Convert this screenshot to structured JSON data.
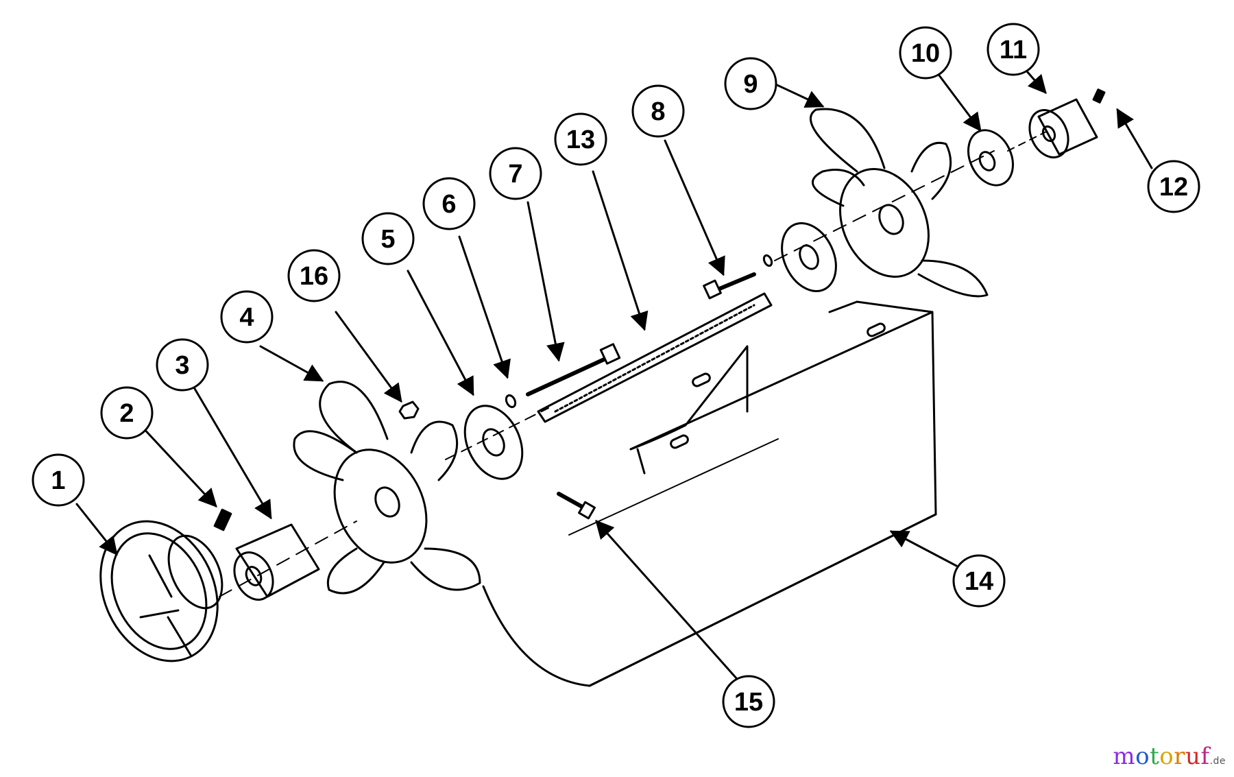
{
  "callouts": [
    {
      "id": "c1",
      "label": "1"
    },
    {
      "id": "c2",
      "label": "2"
    },
    {
      "id": "c3",
      "label": "3"
    },
    {
      "id": "c4",
      "label": "4"
    },
    {
      "id": "c5",
      "label": "5"
    },
    {
      "id": "c6",
      "label": "6"
    },
    {
      "id": "c7",
      "label": "7"
    },
    {
      "id": "c8",
      "label": "8"
    },
    {
      "id": "c9",
      "label": "9"
    },
    {
      "id": "c10",
      "label": "10"
    },
    {
      "id": "c11",
      "label": "11"
    },
    {
      "id": "c12",
      "label": "12"
    },
    {
      "id": "c13",
      "label": "13"
    },
    {
      "id": "c14",
      "label": "14"
    },
    {
      "id": "c15",
      "label": "15"
    },
    {
      "id": "c16",
      "label": "16"
    }
  ],
  "watermark": {
    "letters": [
      "m",
      "o",
      "t",
      "o",
      "r",
      "u",
      "f"
    ],
    "letter_colors": [
      "#8a2be2",
      "#1e5bd0",
      "#2aa84a",
      "#d9a400",
      "#e07b00",
      "#d02828",
      "#c0208a"
    ],
    "suffix": ".de"
  }
}
